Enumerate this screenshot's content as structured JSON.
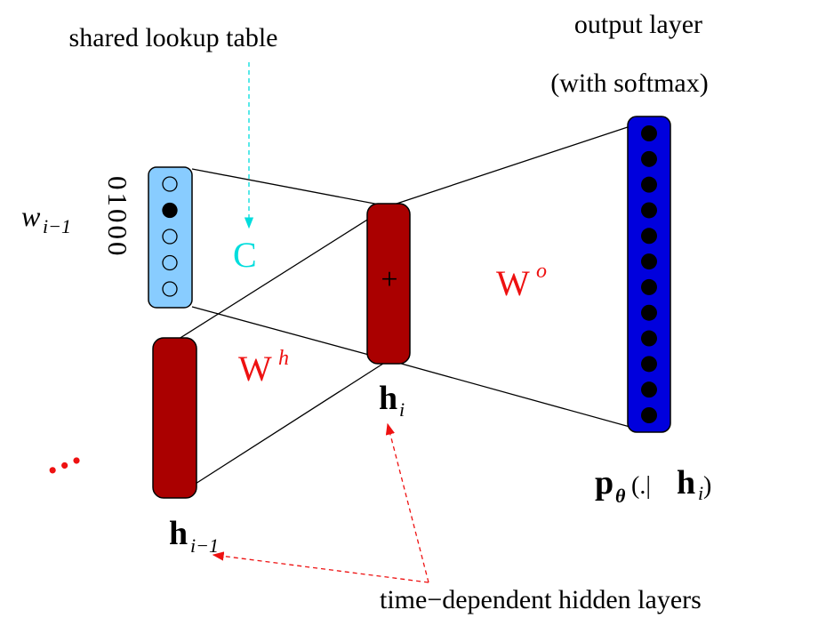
{
  "labels": {
    "shared_lookup": "shared lookup table",
    "output_layer_line1": "output layer",
    "output_layer_line2": "(with softmax)",
    "input_word": "w",
    "input_word_sub": "i−1",
    "input_bits": "01000",
    "lookup_matrix": "C",
    "hidden_weight": "W",
    "hidden_weight_sup": "h",
    "output_weight": "W",
    "output_weight_sup": "o",
    "sum_symbol": "+",
    "hidden_current": "h",
    "hidden_current_sub": "i",
    "hidden_prev": "h",
    "hidden_prev_sub": "i−1",
    "prob_p": "p",
    "prob_theta": "θ",
    "prob_args": "(.|",
    "prob_h": "h",
    "prob_h_sub": "i",
    "prob_close": ")",
    "ellipsis": "•••",
    "time_dependent": "time−dependent hidden layers"
  },
  "input_vector": [
    0,
    1,
    0,
    0,
    0
  ],
  "output_units": 12,
  "colors": {
    "input_fill": "#88ccff",
    "hidden_fill": "#aa0000",
    "output_fill": "#0000dd",
    "red_text": "#ee1111",
    "cyan_text": "#00dddd"
  }
}
